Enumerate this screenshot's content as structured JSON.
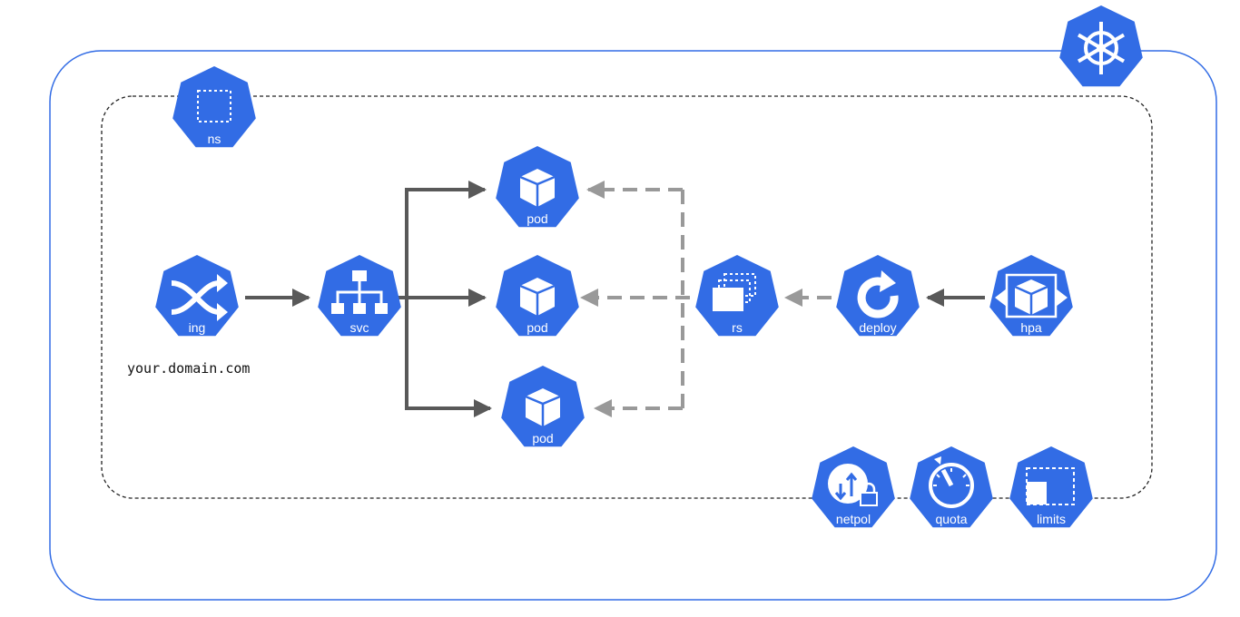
{
  "colors": {
    "k8s_blue": "#326ce5",
    "solid_arrow": "#595959",
    "dashed_arrow": "#999999",
    "namespace_border": "#222222",
    "cluster_border": "#326ce5"
  },
  "cluster": {
    "icon": "kubernetes-helm-wheel-icon"
  },
  "namespace": {
    "label": "ns",
    "icon": "namespace-icon"
  },
  "nodes": {
    "ing": {
      "label": "ing",
      "icon": "ingress-icon"
    },
    "svc": {
      "label": "svc",
      "icon": "service-icon"
    },
    "pod_top": {
      "label": "pod",
      "icon": "pod-icon"
    },
    "pod_middle": {
      "label": "pod",
      "icon": "pod-icon"
    },
    "pod_bottom": {
      "label": "pod",
      "icon": "pod-icon"
    },
    "rs": {
      "label": "rs",
      "icon": "replicaset-icon"
    },
    "deploy": {
      "label": "deploy",
      "icon": "deployment-icon"
    },
    "hpa": {
      "label": "hpa",
      "icon": "hpa-icon"
    },
    "netpol": {
      "label": "netpol",
      "icon": "network-policy-icon"
    },
    "quota": {
      "label": "quota",
      "icon": "resource-quota-icon"
    },
    "limits": {
      "label": "limits",
      "icon": "limit-range-icon"
    }
  },
  "ingress_host": "your.domain.com"
}
